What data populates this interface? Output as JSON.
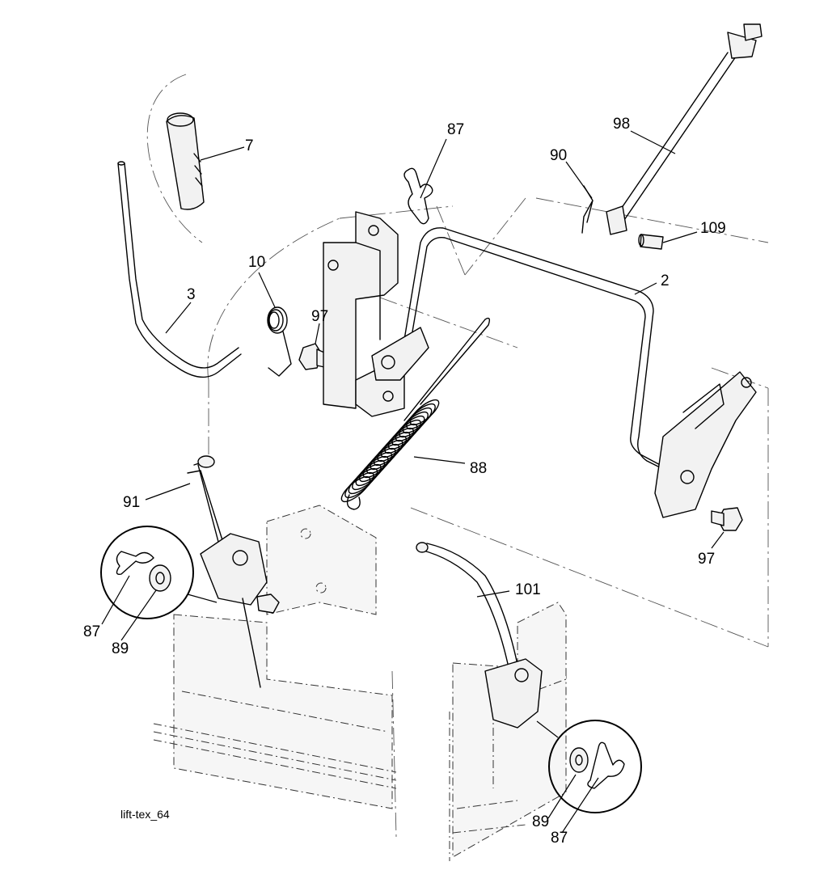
{
  "caption": "lift-tex_64",
  "callouts": {
    "c7": "7",
    "c87_top": "87",
    "c98": "98",
    "c90": "90",
    "c109": "109",
    "c10": "10",
    "c3": "3",
    "c97_left": "97",
    "c2": "2",
    "c88": "88",
    "c91": "91",
    "c97_right": "97",
    "c101": "101",
    "c87_left": "87",
    "c89_left": "89",
    "c89_right": "89",
    "c87_right": "87"
  }
}
